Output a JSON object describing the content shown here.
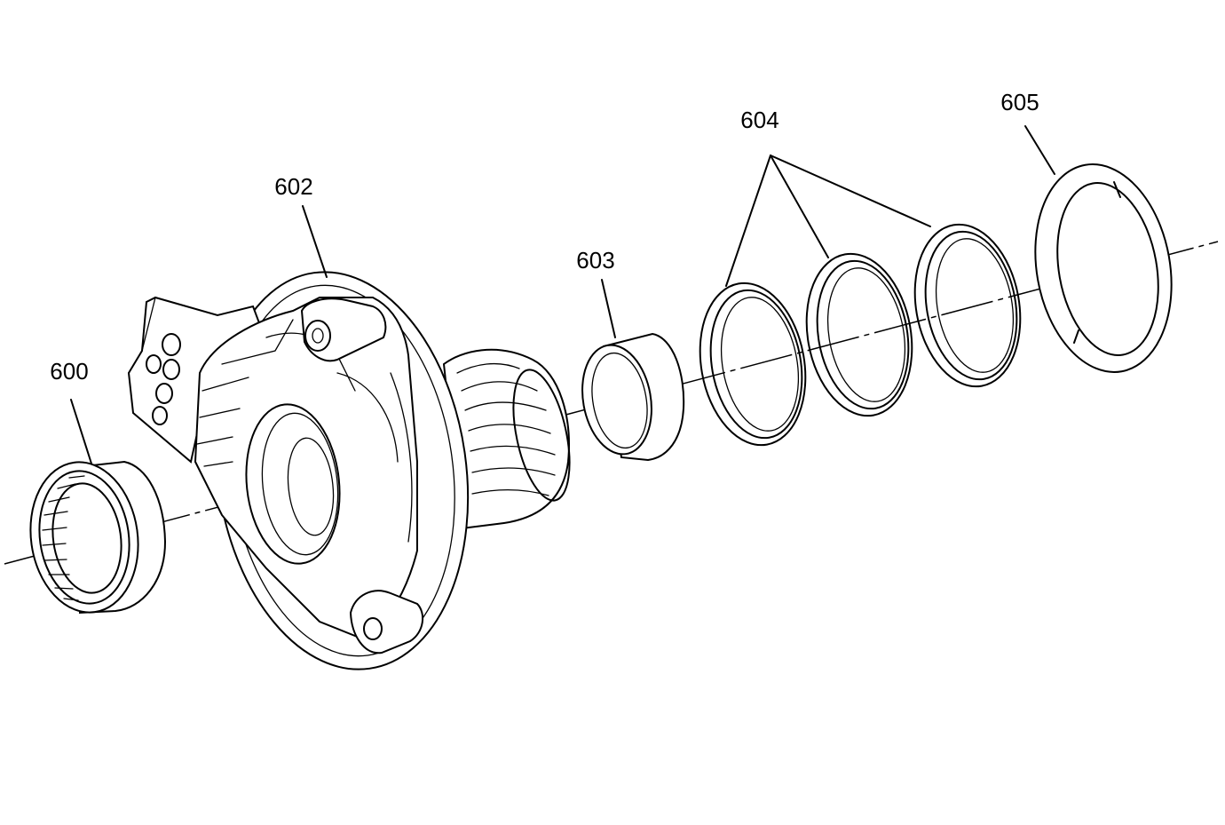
{
  "diagram": {
    "labels": {
      "p600": "600",
      "p602": "602",
      "p603": "603",
      "p604": "604",
      "p605": "605"
    }
  }
}
